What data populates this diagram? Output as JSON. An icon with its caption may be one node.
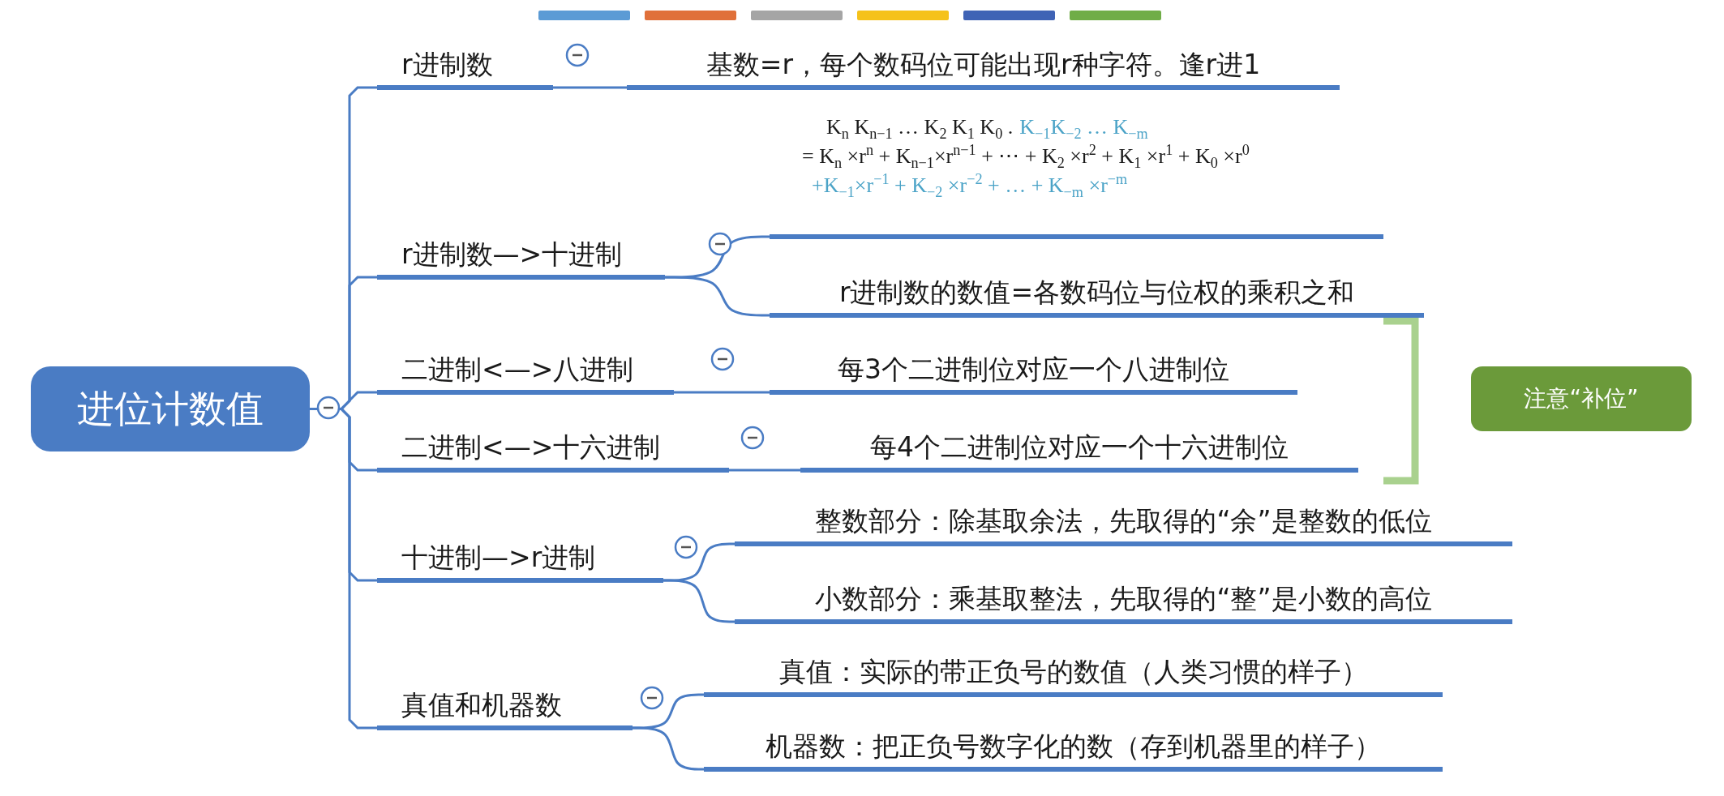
{
  "diagram": {
    "nodes": [
      {
        "text": [
          "进位计数值"
        ]
      },
      {
        "text": [
          "r进制数"
        ]
      },
      {
        "text": [
          "基数=r，每个数码位可能出现r种字符。逢r进1"
        ]
      },
      {
        "text": [
          "r进制数—>十进制"
        ]
      },
      {
        "text": [
          "K$_{n}$ K$_{n−1}$ … K$_{2}$ K$_{1}$ K$_{0}$ .",
          "K$_{−1}$K$_{−2}$ … K$_{−m}$",
          "= K$_{n}$ ×r$^{n}$ + K$_{n−1}$×r$^{n−1}$ + ⋯ + K$_{2}$ ×r$^{2}$ + K$_{1}$ ×r$^{1}$ + K$_{0}$ ×r$^{0}$",
          "+K$_{−1}$×r$^{−1}$ + K$_{−2}$ ×r$^{−2}$ + … + K$_{−m}$ ×r$^{−m}$"
        ]
      },
      {
        "text": [
          "r进制数的数值=各数码位与位权的乘积之和"
        ]
      },
      {
        "text": [
          "二进制<—>八进制"
        ]
      },
      {
        "text": [
          "每3个二进制位对应一个八进制位"
        ]
      },
      {
        "text": [
          "二进制<—>十六进制"
        ]
      },
      {
        "text": [
          "每4个二进制位对应一个十六进制位"
        ]
      },
      {
        "text": [
          "注意“补位”"
        ]
      },
      {
        "text": [
          "十进制—>r进制"
        ]
      },
      {
        "text": [
          "整数部分：除基取余法，先取得的“余”是整数的低位"
        ]
      },
      {
        "text": [
          "小数部分：乘基取整法，先取得的“整”是小数的高位"
        ]
      },
      {
        "text": [
          "真值和机器数"
        ]
      },
      {
        "text": [
          "真值：实际的带正负号的数值（人类习惯的样子）"
        ]
      },
      {
        "text": [
          "机器数：把正负号数字化的数（存到机器里的样子）"
        ]
      }
    ],
    "edges": [
      {
        "from": 0,
        "to": 1,
        "arrow": "none"
      },
      {
        "from": 0,
        "to": 3,
        "arrow": "none"
      },
      {
        "from": 0,
        "to": 6,
        "arrow": "none"
      },
      {
        "from": 0,
        "to": 8,
        "arrow": "none"
      },
      {
        "from": 0,
        "to": 11,
        "arrow": "none"
      },
      {
        "from": 0,
        "to": 14,
        "arrow": "none"
      },
      {
        "from": 1,
        "to": 2,
        "arrow": "none"
      },
      {
        "from": 3,
        "to": 4,
        "arrow": "none"
      },
      {
        "from": 3,
        "to": 5,
        "arrow": "none"
      },
      {
        "from": 6,
        "to": 7,
        "arrow": "none"
      },
      {
        "from": 8,
        "to": 9,
        "arrow": "none"
      },
      {
        "from": 11,
        "to": 12,
        "arrow": "none"
      },
      {
        "from": 11,
        "to": 13,
        "arrow": "none"
      },
      {
        "from": 14,
        "to": 15,
        "arrow": "none"
      },
      {
        "from": 14,
        "to": 16,
        "arrow": "none"
      }
    ]
  }
}
